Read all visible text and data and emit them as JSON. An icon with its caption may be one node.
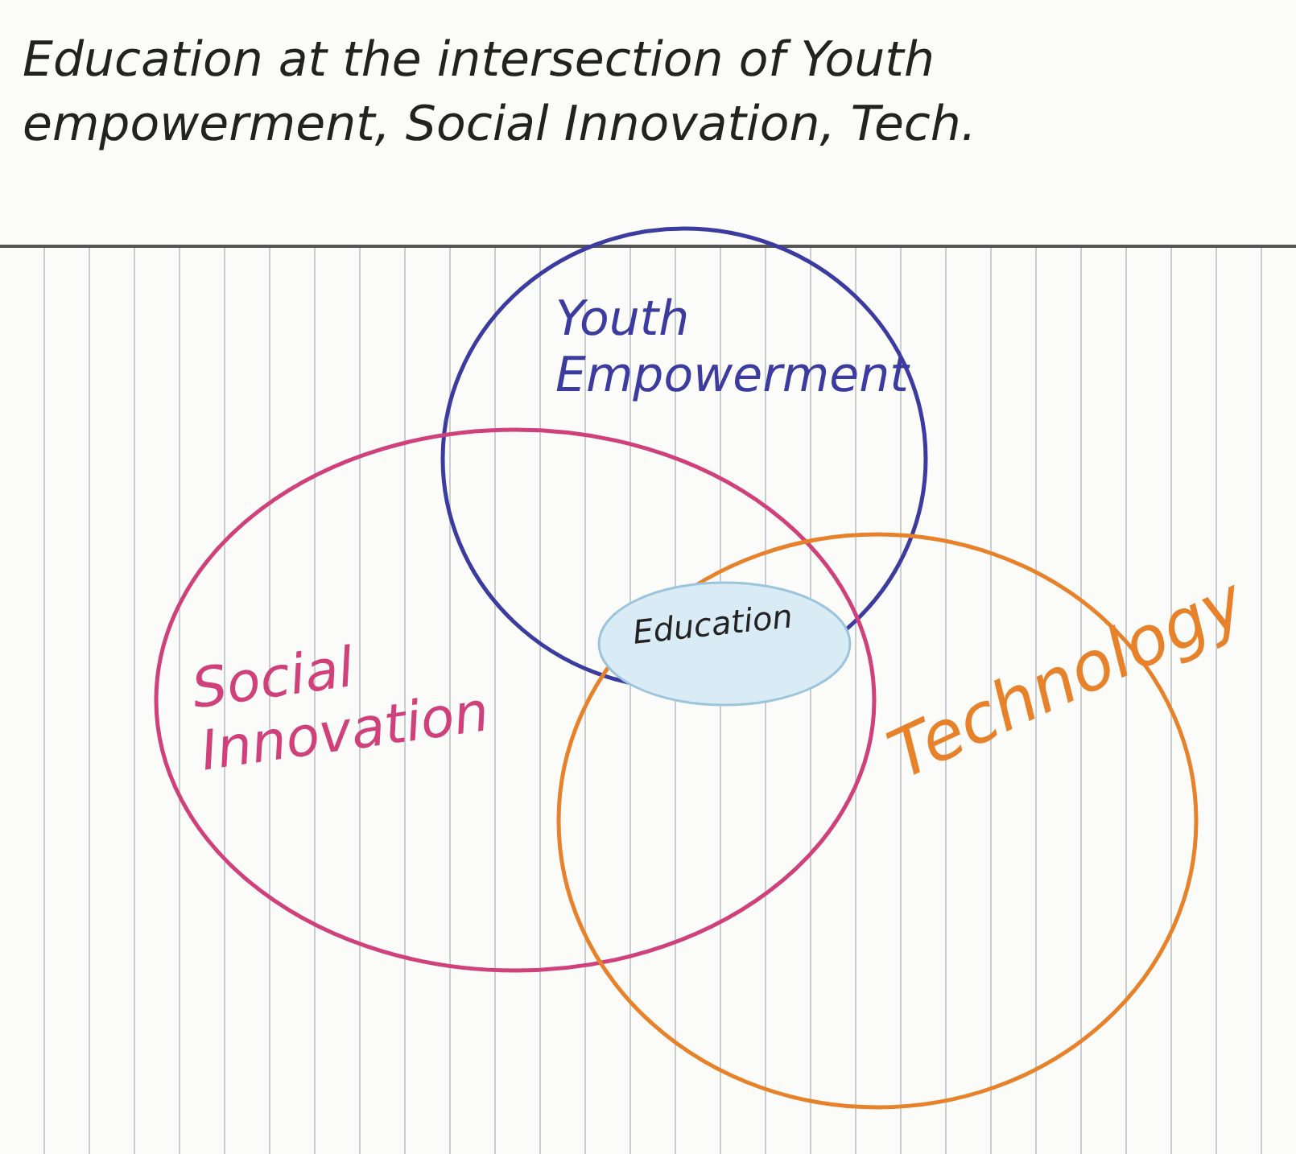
{
  "diagram": {
    "title": "Education at the intersection of Youth empowerment, Social Innovation, Tech.",
    "nodes": [
      {
        "text": [
          "Youth Empowerment"
        ]
      },
      {
        "text": [
          "Social Innovation"
        ]
      },
      {
        "text": [
          "Technology"
        ]
      },
      {
        "text": [
          "Education"
        ]
      }
    ]
  }
}
